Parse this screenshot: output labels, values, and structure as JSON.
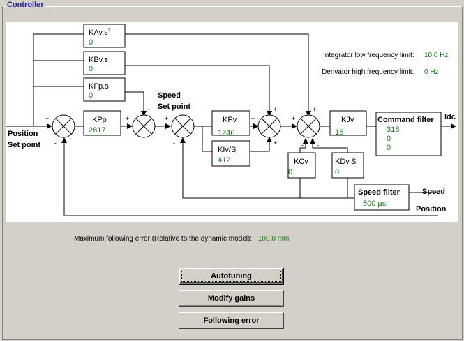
{
  "group_title": "Controller",
  "diagram": {
    "blocks": {
      "kavs2": {
        "label": "KAv.s",
        "sup": "2",
        "value": "0"
      },
      "kbvs": {
        "label": "KBv.s",
        "value": "0"
      },
      "kfps": {
        "label": "KFp.s",
        "value": "0"
      },
      "kpp": {
        "label": "KPp",
        "value": "2817"
      },
      "kpv": {
        "label": "KPv",
        "value": "1246"
      },
      "kivs": {
        "label": "KIv/S",
        "value": "412"
      },
      "kjv": {
        "label": "KJv",
        "value": "16"
      },
      "kcv": {
        "label": "KCv",
        "value": "0"
      },
      "kdvs": {
        "label": "KDv.S",
        "value": "0"
      },
      "command_filter": {
        "label": "Command  filter",
        "values": [
          "318",
          "0",
          "0"
        ]
      },
      "speed_filter": {
        "label": "Speed  filter",
        "value": "500 µs"
      }
    },
    "labels": {
      "position_setpoint_1": "Position",
      "position_setpoint_2": "Set point",
      "speed_setpoint_1": "Speed",
      "speed_setpoint_2": "Set point",
      "idc": "Idc",
      "speed": "Speed",
      "position": "Position"
    },
    "limits": {
      "integrator_label": "Integrator low frequency limit:",
      "integrator_value": "10.0 Hz",
      "derivator_label": "Derivator high frequency limit:",
      "derivator_value": "0 Hz"
    }
  },
  "following_error": {
    "label": "Maximum following error (Relative to the dynamic model):",
    "value": "100.0 mm"
  },
  "buttons": {
    "autotuning": "Autotuning",
    "modify_gains": "Modify gains",
    "following_error": "Following error"
  },
  "colors": {
    "value_green": "#1a7a1a",
    "title_blue": "#1f1fa8"
  }
}
